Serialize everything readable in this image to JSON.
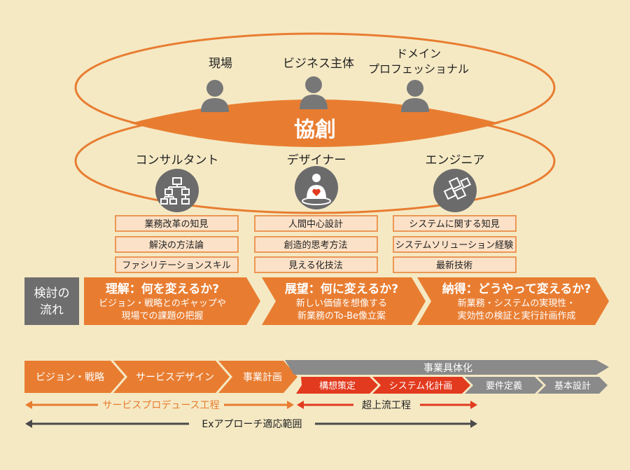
{
  "stakeholders": {
    "genba": "現場",
    "business": "ビジネス主体",
    "domain_line1": "ドメイン",
    "domain_line2": "プロフェッショナル"
  },
  "center_label": "協創",
  "roles": {
    "consultant": {
      "title": "コンサルタント",
      "skills": [
        "業務改革の知見",
        "解決の方法論",
        "ファシリテーションスキル"
      ]
    },
    "designer": {
      "title": "デザイナー",
      "skills": [
        "人間中心設計",
        "創造的思考方法",
        "見える化技法"
      ]
    },
    "engineer": {
      "title": "エンジニア",
      "skills": [
        "システムに関する知見",
        "システムソリューション経験",
        "最新技術"
      ]
    }
  },
  "flow": {
    "label_line1": "検討の",
    "label_line2": "流れ",
    "steps": [
      {
        "title": "理解：何を変えるか?",
        "line1": "ビジョン・戦略とのギャップや",
        "line2": "現場での課題の把握"
      },
      {
        "title": "展望：何に変えるか?",
        "line1": "新しい価値を想像する",
        "line2": "新業務のTo-Be像立案"
      },
      {
        "title": "納得：どうやって変えるか?",
        "line1": "新業務・システムの実現性・",
        "line2": "実効性の検証と実行計画作成"
      }
    ]
  },
  "process": {
    "stages": [
      "ビジョン・戦略",
      "サービスデザイン",
      "事業計画"
    ],
    "gray_header": "事業具体化",
    "sub_stages": [
      "構想策定",
      "システム化計画",
      "要件定義",
      "基本設計"
    ]
  },
  "ranges": {
    "service_produce": "サービスプロデュース工程",
    "super_upstream": "超上流工程",
    "ex_approach": "Exアプローチ適応範囲"
  },
  "colors": {
    "background": "#f5e9c4",
    "orange": "#e87d31",
    "gray": "#8a8a8a",
    "red": "#e23a1e",
    "skill_box": "#fbe1c7",
    "dark": "#4a4a4a"
  }
}
